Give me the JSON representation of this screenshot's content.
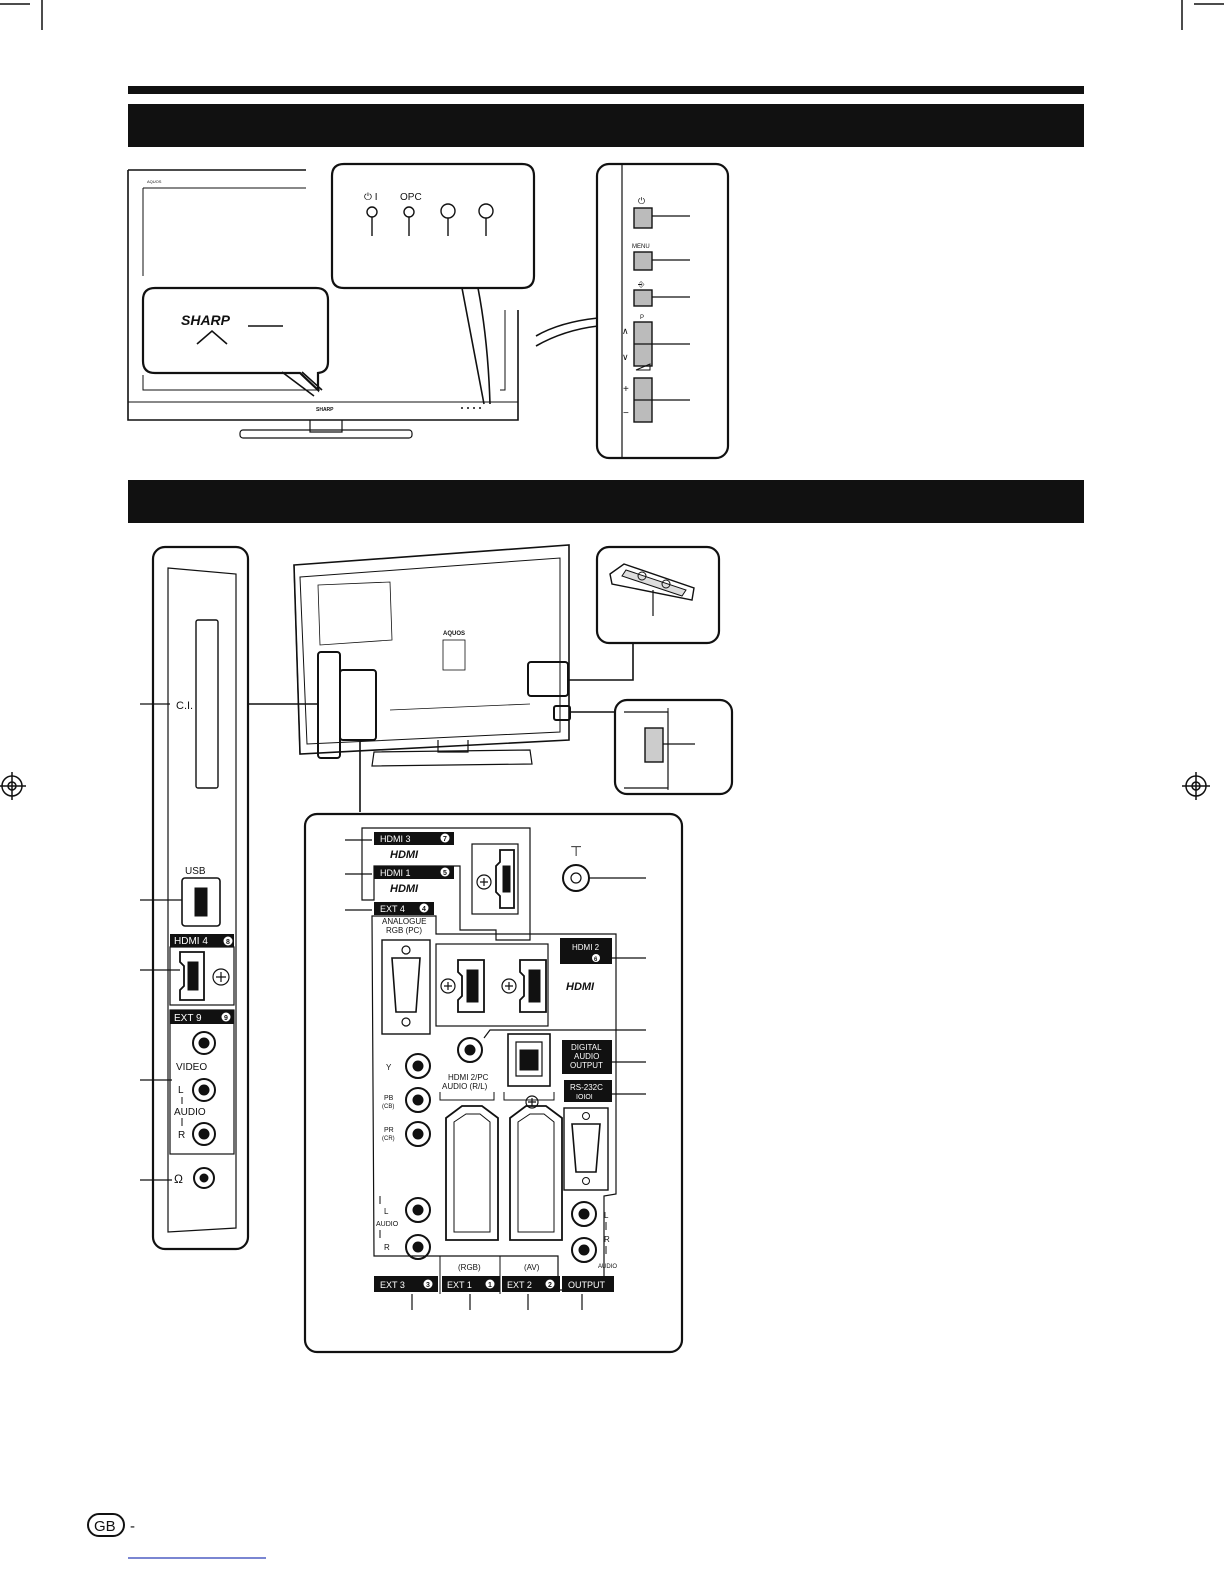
{
  "front": {
    "power_indicator": "⏻ I",
    "opc_label": "OPC",
    "brand_logo": "SHARP",
    "brand_small": "SHARP",
    "model_small": "AQUOS"
  },
  "side_buttons": {
    "power": "⏻",
    "menu": "MENU",
    "input": "⎆",
    "program": "P",
    "up": "∧",
    "down": "∨",
    "plus": "+",
    "minus": "−"
  },
  "rear": {
    "aquos_logo": "AQUOS"
  },
  "side_terminals": {
    "ci": "C.I.",
    "usb": "USB",
    "hdmi4": "HDMI 4",
    "hdmi4_num": "8",
    "ext9": "EXT 9",
    "ext9_num": "9",
    "video": "VIDEO",
    "audio_l": "L",
    "audio": "AUDIO",
    "audio_r": "R",
    "headphone": "Ω"
  },
  "rear_terminals": {
    "hdmi3": "HDMI 3",
    "hdmi3_num": "7",
    "hdmi1": "HDMI 1",
    "hdmi1_num": "5",
    "hdmi_logo": "HDMI",
    "ext4": "EXT 4",
    "ext4_num": "4",
    "analogue_line1": "ANALOGUE",
    "analogue_line2": "RGB (PC)",
    "antenna": "⊤",
    "hdmi2": "HDMI 2",
    "hdmi2_num": "6",
    "hdmi2pc_line1": "HDMI 2/PC",
    "hdmi2pc_line2": "AUDIO (R/L)",
    "digital_line1": "DIGITAL",
    "digital_line2": "AUDIO",
    "digital_line3": "OUTPUT",
    "rs232c": "RS-232C",
    "rs232c_sub": "IOIOI",
    "y": "Y",
    "pb": "PB",
    "pb_sub": "(CB)",
    "pr": "PR",
    "pr_sub": "(CR)",
    "comp_l": "L",
    "comp_audio": "AUDIO",
    "comp_r": "R",
    "rgb": "(RGB)",
    "av": "(AV)",
    "ext3": "EXT 3",
    "ext3_num": "3",
    "ext1": "EXT 1",
    "ext1_num": "1",
    "ext2": "EXT 2",
    "ext2_num": "2",
    "output": "OUTPUT",
    "out_l": "L",
    "out_r": "R",
    "out_audio": "AUDIO"
  },
  "footer": {
    "region": "GB",
    "dash": "-"
  }
}
